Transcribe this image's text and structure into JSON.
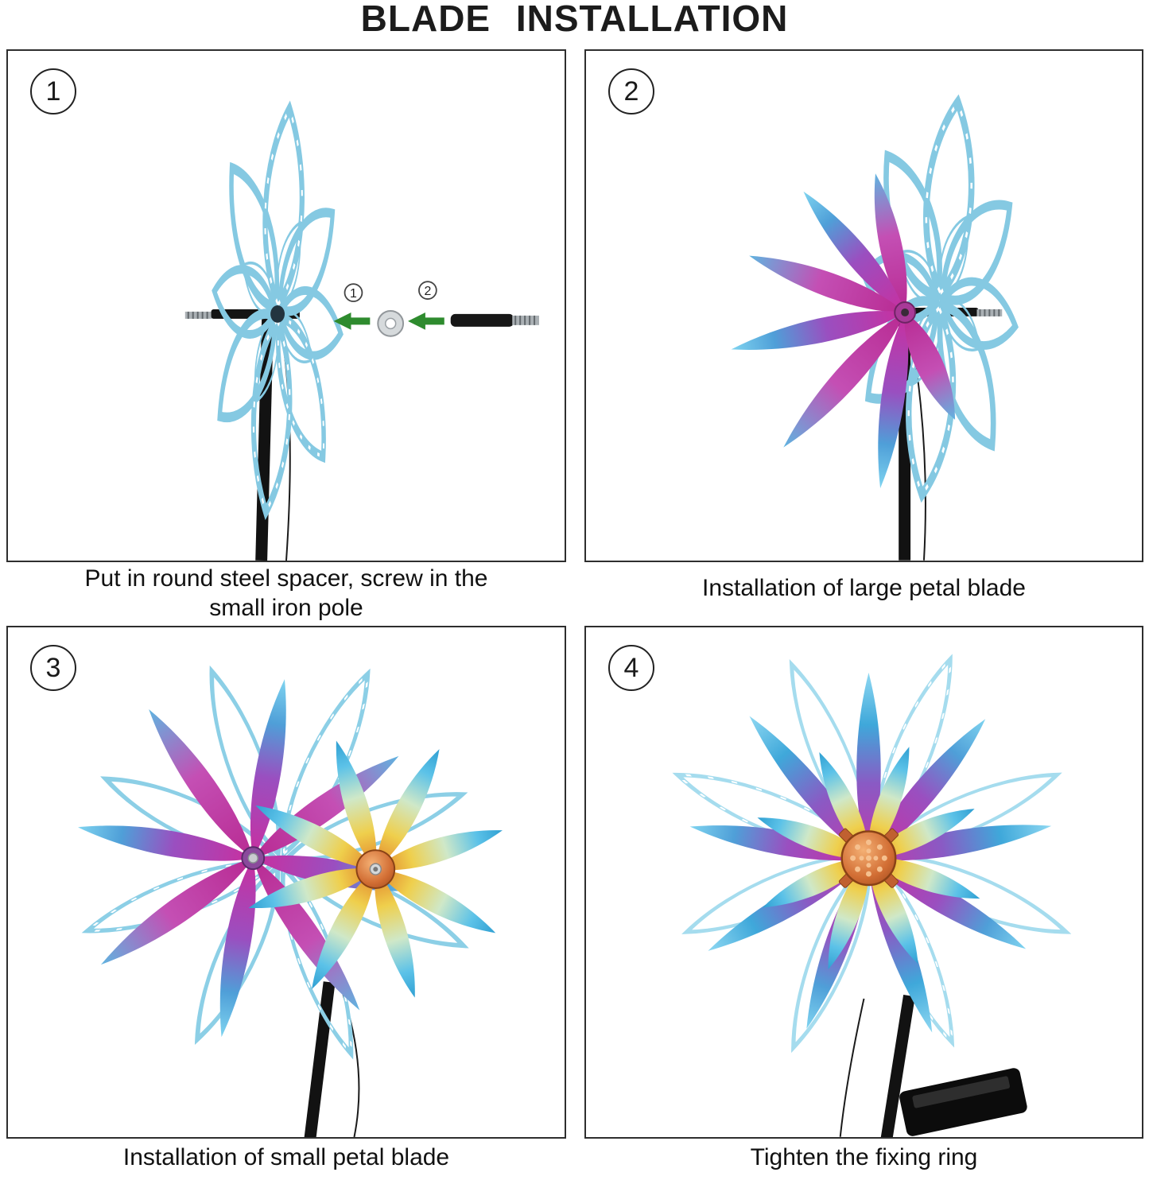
{
  "title": "BLADE INSTALLATION",
  "steps": [
    {
      "number": "1",
      "caption_lines": [
        "Put in round steel spacer, screw in the",
        "small iron pole"
      ]
    },
    {
      "number": "2",
      "caption_lines": [
        "Installation of large petal blade"
      ]
    },
    {
      "number": "3",
      "caption_lines": [
        "Installation of small petal blade"
      ]
    },
    {
      "number": "4",
      "caption_lines": [
        "Tighten the fixing ring"
      ]
    }
  ],
  "panel1": {
    "arrow1_label": "1",
    "arrow2_label": "2"
  },
  "colors": {
    "arrow_green": "#2e8b2e",
    "petal_magenta": "#c92f9f",
    "petal_blue": "#4f9fd8",
    "petal_orange": "#e07a28",
    "petal_yellow": "#efcf4c",
    "copper_hub": "#d26e34",
    "wireframe_blue": "#85c9e2",
    "pole_black": "#121212"
  }
}
